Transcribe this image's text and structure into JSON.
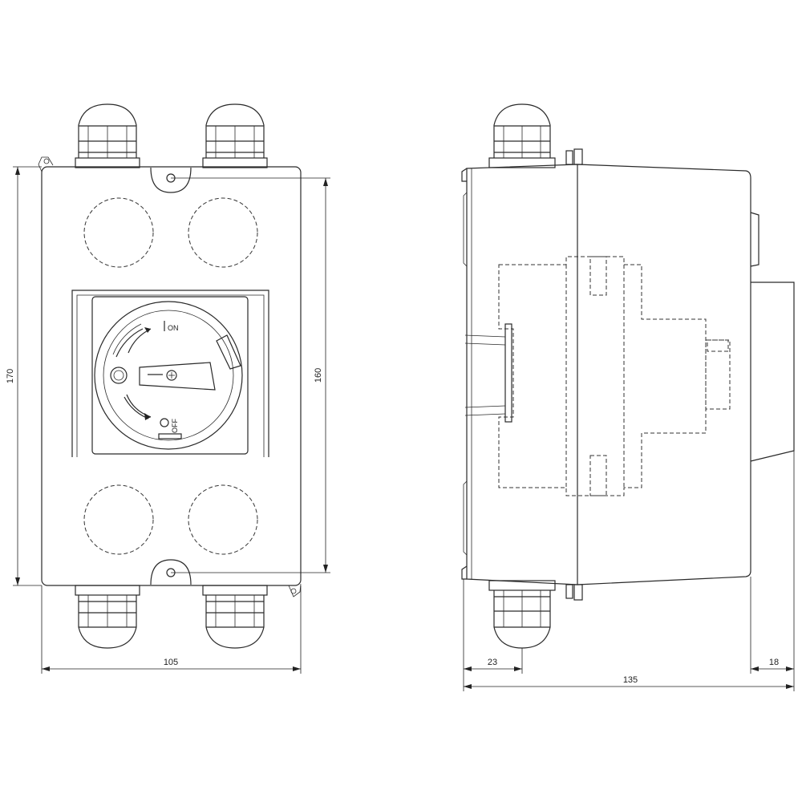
{
  "front_view": {
    "dimensions": {
      "overall_height": "170",
      "mounting_pitch": "160",
      "width": "105"
    },
    "switch_labels": {
      "on": "ON",
      "off": "OFF"
    }
  },
  "side_view": {
    "dimensions": {
      "gland_offset": "23",
      "rear_projection": "18",
      "depth": "135"
    }
  }
}
